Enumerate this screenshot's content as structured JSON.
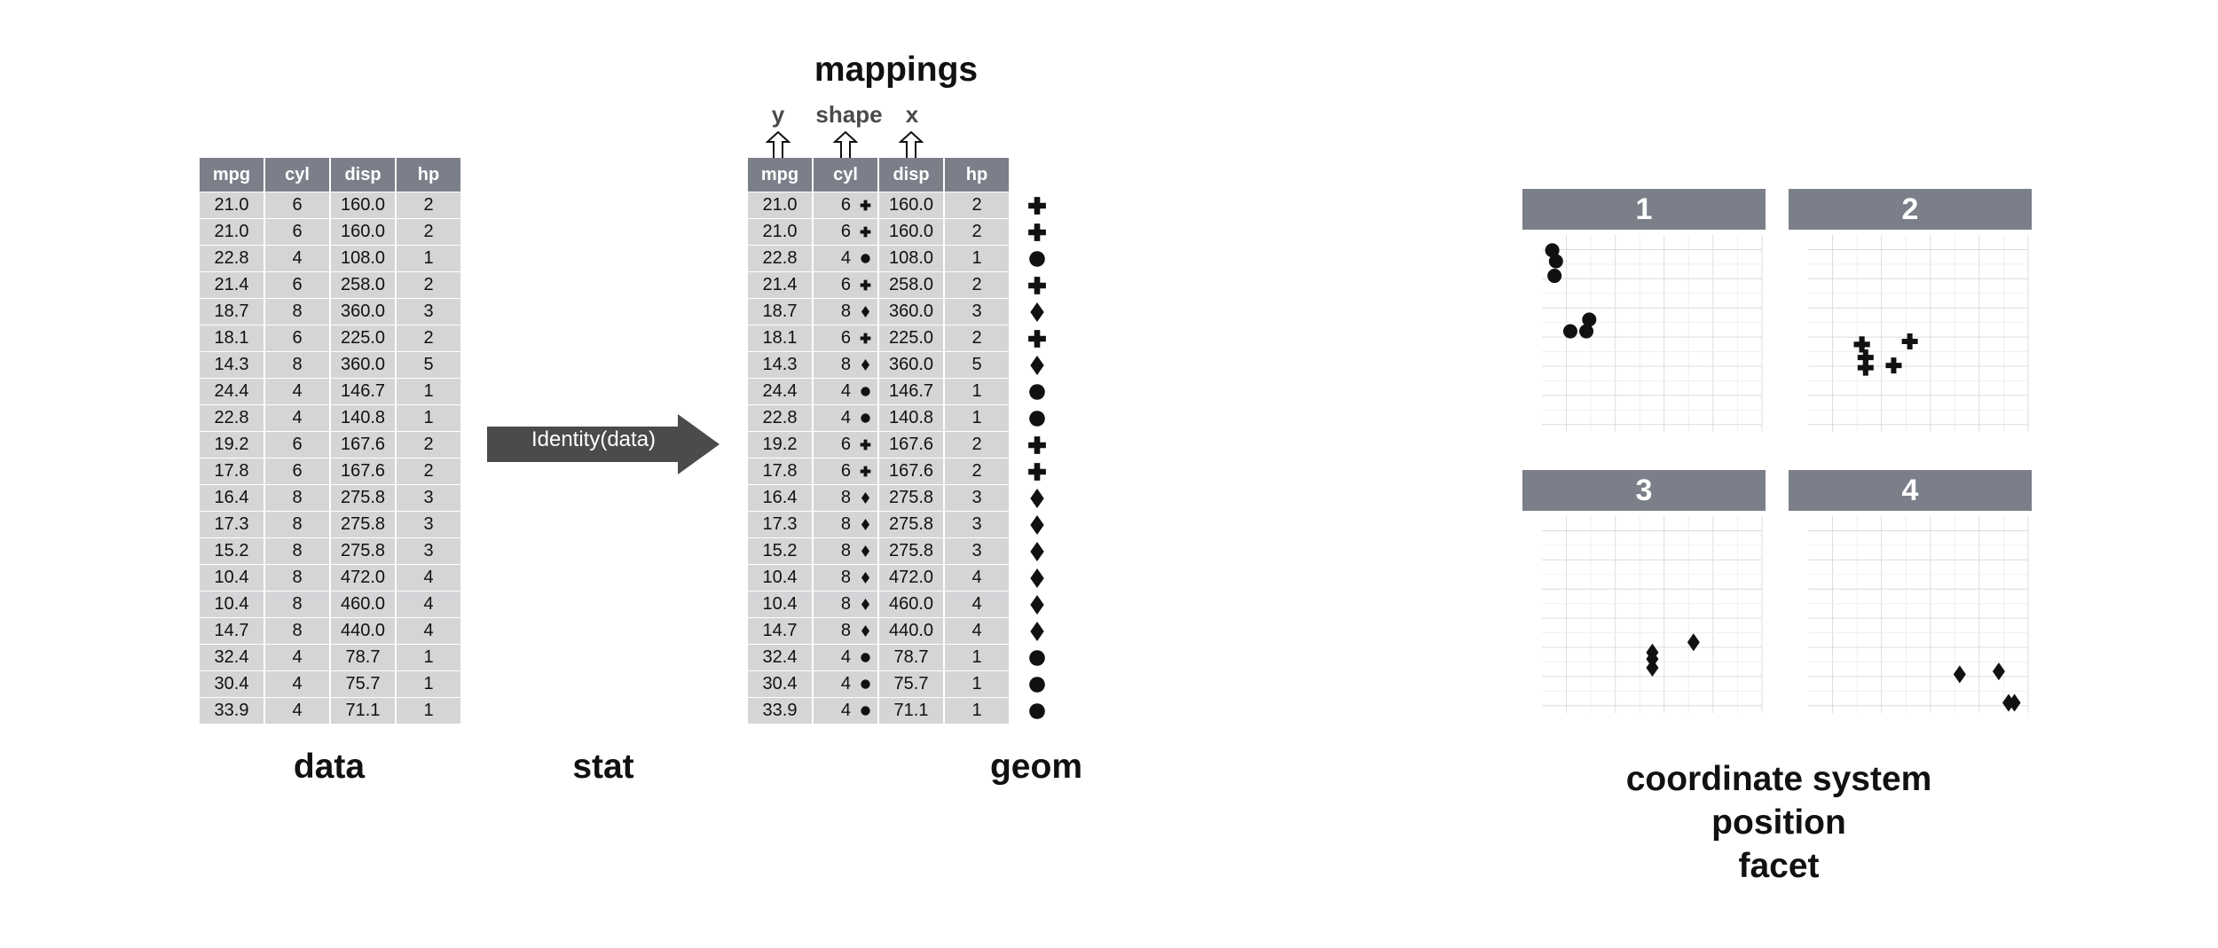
{
  "left_table": {
    "headers": [
      "mpg",
      "cyl",
      "disp",
      "hp"
    ],
    "rows": [
      [
        "21.0",
        "6",
        "160.0",
        "2"
      ],
      [
        "21.0",
        "6",
        "160.0",
        "2"
      ],
      [
        "22.8",
        "4",
        "108.0",
        "1"
      ],
      [
        "21.4",
        "6",
        "258.0",
        "2"
      ],
      [
        "18.7",
        "8",
        "360.0",
        "3"
      ],
      [
        "18.1",
        "6",
        "225.0",
        "2"
      ],
      [
        "14.3",
        "8",
        "360.0",
        "5"
      ],
      [
        "24.4",
        "4",
        "146.7",
        "1"
      ],
      [
        "22.8",
        "4",
        "140.8",
        "1"
      ],
      [
        "19.2",
        "6",
        "167.6",
        "2"
      ],
      [
        "17.8",
        "6",
        "167.6",
        "2"
      ],
      [
        "16.4",
        "8",
        "275.8",
        "3"
      ],
      [
        "17.3",
        "8",
        "275.8",
        "3"
      ],
      [
        "15.2",
        "8",
        "275.8",
        "3"
      ],
      [
        "10.4",
        "8",
        "472.0",
        "4"
      ],
      [
        "10.4",
        "8",
        "460.0",
        "4"
      ],
      [
        "14.7",
        "8",
        "440.0",
        "4"
      ],
      [
        "32.4",
        "4",
        "78.7",
        "1"
      ],
      [
        "30.4",
        "4",
        "75.7",
        "1"
      ],
      [
        "33.9",
        "4",
        "71.1",
        "1"
      ]
    ]
  },
  "labels": {
    "data": "data",
    "stat": "stat",
    "geom": "geom",
    "mappings": "mappings",
    "map_y": "y",
    "map_shape": "shape",
    "map_x": "x",
    "stat_arrow": "Identity(data)",
    "coord_line1": "coordinate system",
    "coord_line2": "position",
    "coord_line3": "facet"
  },
  "shape_by_cyl": {
    "6": "plus",
    "4": "circle",
    "8": "diamond"
  },
  "facets": [
    {
      "label": "1",
      "points": [
        [
          71.1,
          33.9
        ],
        [
          75.7,
          30.4
        ],
        [
          78.7,
          32.4
        ],
        [
          108.0,
          22.8
        ],
        [
          140.8,
          22.8
        ],
        [
          146.7,
          24.4
        ]
      ],
      "shape": "circle"
    },
    {
      "label": "2",
      "points": [
        [
          160.0,
          21.0
        ],
        [
          160.0,
          21.0
        ],
        [
          258.0,
          21.4
        ],
        [
          225.0,
          18.1
        ],
        [
          167.6,
          19.2
        ],
        [
          167.6,
          17.8
        ]
      ],
      "shape": "plus"
    },
    {
      "label": "3",
      "points": [
        [
          360.0,
          18.7
        ],
        [
          275.8,
          16.4
        ],
        [
          275.8,
          17.3
        ],
        [
          275.8,
          15.2
        ]
      ],
      "shape": "diamond"
    },
    {
      "label": "4",
      "points": [
        [
          360.0,
          14.3
        ],
        [
          472.0,
          10.4
        ],
        [
          460.0,
          10.4
        ],
        [
          440.0,
          14.7
        ]
      ],
      "shape": "diamond"
    }
  ],
  "colors": {
    "header": "#7b7f89",
    "cell": "#d4d5d7",
    "arrow": "#4b4b4b"
  }
}
